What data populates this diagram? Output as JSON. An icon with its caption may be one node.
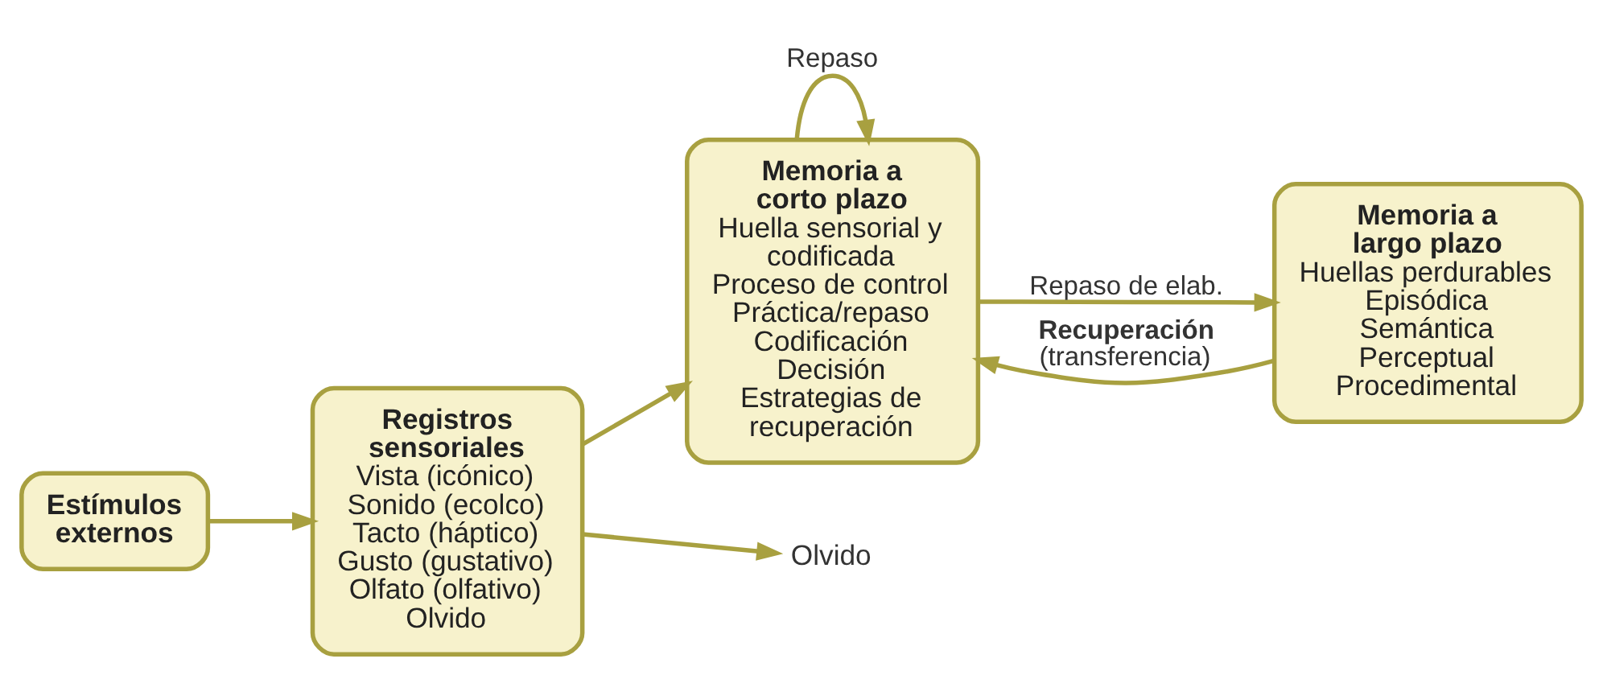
{
  "diagram": {
    "nodes": [
      {
        "text": [
          "Estímulos externos"
        ]
      },
      {
        "text": [
          "Registros sensoriales",
          "Vista (icónico)",
          "Sonido (ecolco)",
          "Tacto (háptico)",
          "Gusto (gustativo)",
          "Olfato (olfativo)",
          "Olvido"
        ]
      },
      {
        "text": [
          "Memoria a corto plazo",
          "Huella sensorial y codificada",
          "Proceso de control",
          "Práctica/repaso",
          "Codificación",
          "Decisión",
          "Estrategias de recuperación"
        ]
      },
      {
        "text": [
          "Memoria a largo plazo",
          "Huellas perdurables",
          "Episódica",
          "Semántica",
          "Perceptual",
          "Procedimental"
        ]
      },
      {
        "text": [
          "Olvido"
        ]
      }
    ],
    "edges": [
      {
        "from": 0,
        "to": 1,
        "arrow": "to"
      },
      {
        "from": 1,
        "to": 2,
        "arrow": "to"
      },
      {
        "from": 1,
        "to": 4,
        "arrow": "to"
      },
      {
        "from": 2,
        "to": 2,
        "arrow": "to",
        "label": "Repaso"
      },
      {
        "from": 2,
        "to": 3,
        "arrow": "to",
        "label": "Repaso de elab."
      },
      {
        "from": 3,
        "to": 2,
        "arrow": "to",
        "label": "**Recuperación** (transferencia)"
      }
    ]
  }
}
